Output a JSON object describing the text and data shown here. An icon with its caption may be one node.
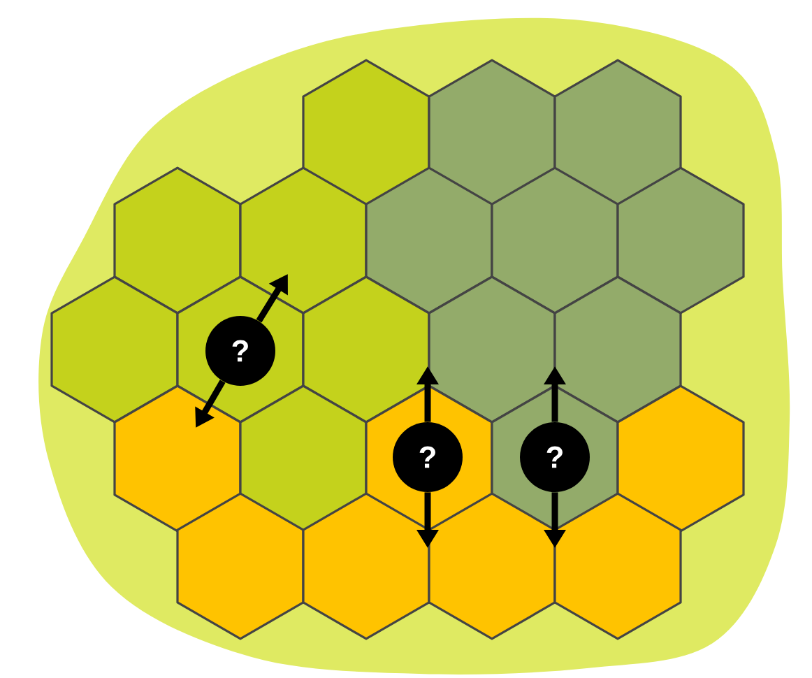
{
  "diagram": {
    "nodes": [
      {
        "text": [],
        "shape": "hexagon"
      },
      {
        "text": [],
        "shape": "hexagon"
      },
      {
        "text": [],
        "shape": "hexagon"
      },
      {
        "text": [],
        "shape": "hexagon"
      },
      {
        "text": [],
        "shape": "hexagon"
      },
      {
        "text": [],
        "shape": "hexagon"
      },
      {
        "text": [],
        "shape": "hexagon"
      },
      {
        "text": [],
        "shape": "hexagon"
      },
      {
        "text": [],
        "shape": "hexagon"
      },
      {
        "text": [],
        "shape": "hexagon"
      },
      {
        "text": [],
        "shape": "hexagon"
      },
      {
        "text": [],
        "shape": "hexagon"
      },
      {
        "text": [],
        "shape": "hexagon"
      },
      {
        "text": [],
        "shape": "hexagon"
      },
      {
        "text": [],
        "shape": "hexagon"
      },
      {
        "text": [],
        "shape": "hexagon"
      },
      {
        "text": [],
        "shape": "hexagon"
      },
      {
        "text": [],
        "shape": "hexagon"
      },
      {
        "text": [],
        "shape": "hexagon"
      },
      {
        "text": [],
        "shape": "hexagon"
      },
      {
        "text": [],
        "shape": "hexagon"
      },
      {
        "text": [],
        "shape": "hexagon"
      },
      {
        "text": [
          "?"
        ],
        "in": 9
      },
      {
        "text": [
          "?"
        ],
        "in": 15
      },
      {
        "text": [
          "?"
        ],
        "in": 16
      }
    ],
    "edges": [
      {
        "from": 22,
        "to": 4,
        "arrow": "to"
      },
      {
        "from": 22,
        "to": 13,
        "arrow": "to"
      },
      {
        "from": 23,
        "to": 10,
        "arrow": "to"
      },
      {
        "from": 23,
        "to": 19,
        "arrow": "to"
      },
      {
        "from": 24,
        "to": 11,
        "arrow": "to"
      },
      {
        "from": 24,
        "to": 20,
        "arrow": "to"
      }
    ]
  }
}
